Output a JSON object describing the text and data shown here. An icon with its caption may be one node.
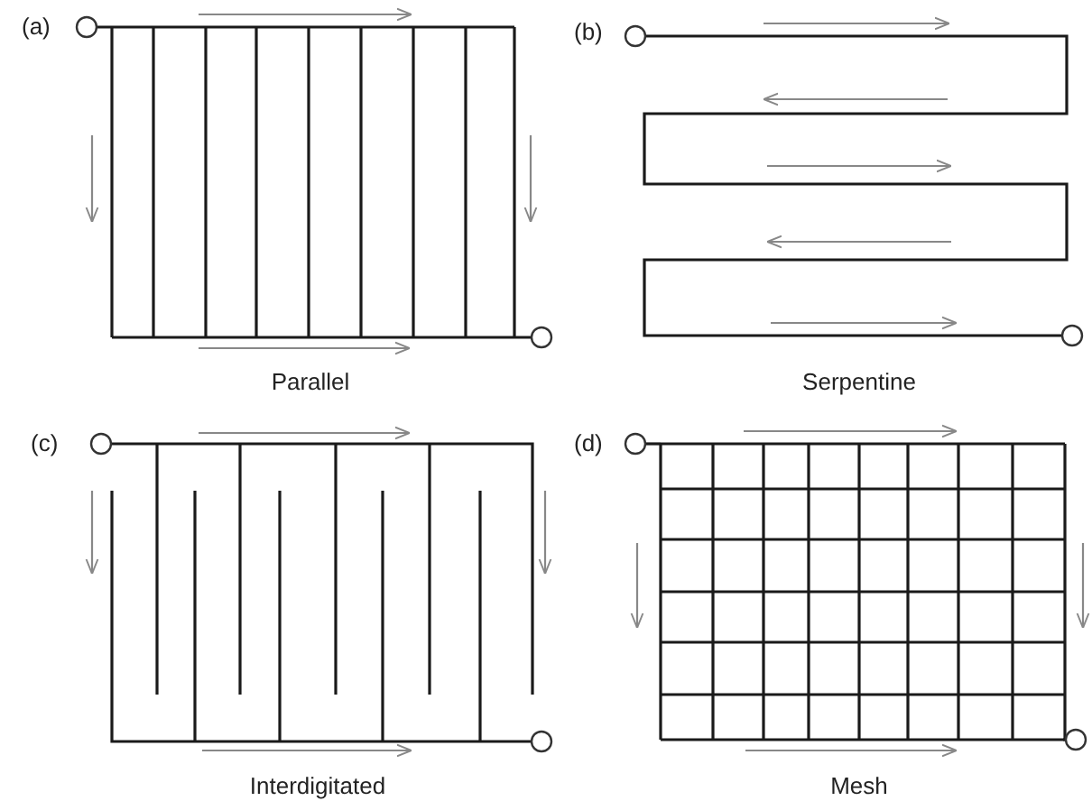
{
  "diagram": {
    "labels": [
      "(a)",
      "(b)",
      "Parallel",
      "Serpentine",
      "(c)",
      "(d)",
      "Interdigitated",
      "Mesh"
    ]
  }
}
